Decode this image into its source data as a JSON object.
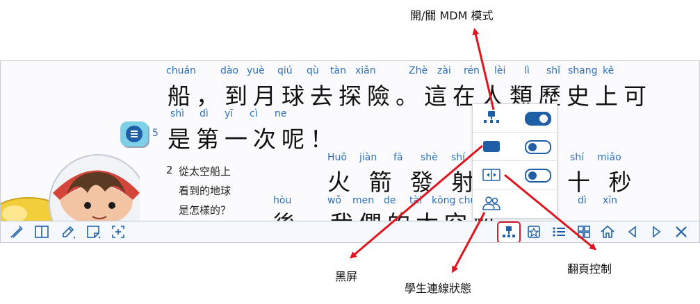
{
  "reader": {
    "line1_pinyin": [
      "chuán",
      "dào",
      "yuè",
      "qiú",
      "qù",
      "tàn",
      "xiǎn",
      "Zhè",
      "zài",
      "rén",
      "lèi",
      "lì",
      "shǐ",
      "shang",
      "kě"
    ],
    "line1_text": "船，到月球去探險。這在人類歷史上可",
    "line2_pinyin": [
      "shì",
      "dì",
      "yī",
      "cì",
      "ne"
    ],
    "line2_text": "是第一次呢！",
    "paragraph_number": "5",
    "line3_pinyin": [
      "Huǒ",
      "jiàn",
      "fā",
      "shè",
      "shí",
      "shí",
      "miǎo"
    ],
    "line3_text": "火 箭 發 射 十",
    "line3_tail": "十 秒",
    "line4_pinyin": [
      "hòu",
      "wǒ",
      "men",
      "de",
      "tài",
      "kōng chuán",
      "dì",
      "xīn"
    ],
    "line4_text": "後，我們的太空船",
    "question_number": "2",
    "question_lines": [
      "從太空船上",
      "看到的地球",
      "是怎樣的？"
    ]
  },
  "mdm_panel": {
    "rows": [
      {
        "icon": "mdm-network-icon",
        "toggle_on": true
      },
      {
        "icon": "black-screen-icon",
        "toggle_on": false
      },
      {
        "icon": "page-control-icon",
        "toggle_on": false
      },
      {
        "icon": "student-status-icon",
        "toggle_on": null
      }
    ]
  },
  "toolbar": {
    "left_icons": [
      "magic-wand-icon",
      "two-page-icon",
      "pen-icon",
      "sticky-note-icon",
      "zoom-region-icon"
    ],
    "right_icons": [
      "mdm-network-icon",
      "bookmark-icon",
      "list-icon",
      "grid-icon",
      "home-icon",
      "prev-icon",
      "next-icon",
      "close-icon"
    ]
  },
  "callouts": {
    "mdm_toggle": "開/關 MDM 模式",
    "black_screen": "黑屏",
    "student_status": "學生連線狀態",
    "page_control": "翻頁控制"
  },
  "colors": {
    "accent": "#1e5fa6",
    "arrow": "#e0141e",
    "pinyin": "#2e6fb7"
  }
}
